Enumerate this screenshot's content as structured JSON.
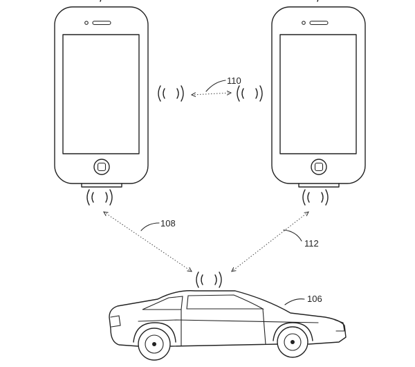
{
  "labels": {
    "phone_link": "110",
    "left_link": "108",
    "right_link": "112",
    "vehicle": "106"
  },
  "colors": {
    "line": "#222222",
    "background": "#ffffff"
  },
  "icons": {
    "phone_left": "smartphone-icon",
    "phone_right": "smartphone-icon",
    "vehicle": "car-icon",
    "signal": "wireless-signal-icon"
  }
}
